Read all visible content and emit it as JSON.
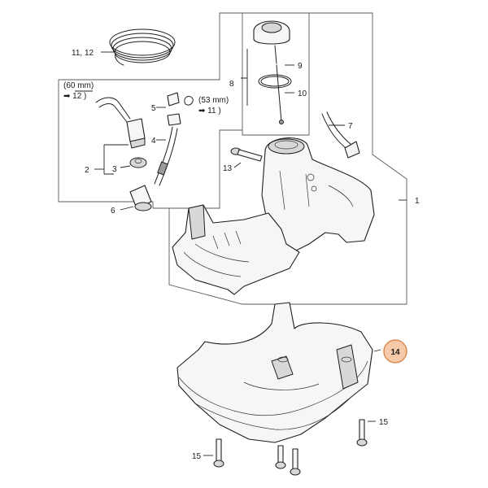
{
  "callouts": {
    "c1": "1",
    "c2": "2",
    "c3": "3",
    "c4": "4",
    "c5": "5",
    "c6": "6",
    "c7": "7",
    "c8": "8",
    "c9": "9",
    "c10": "10",
    "c11_12": "11, 12",
    "c13": "13",
    "c14": "14",
    "c15a": "15",
    "c15b": "15"
  },
  "notes": {
    "n60": "(60 mm)",
    "n60_ref": "➡ 12 )",
    "n53": "(53 mm)",
    "n53_ref": "➡ 11 )"
  },
  "colors": {
    "highlight_fill": "#f6c9a8",
    "highlight_stroke": "#d98a55"
  }
}
